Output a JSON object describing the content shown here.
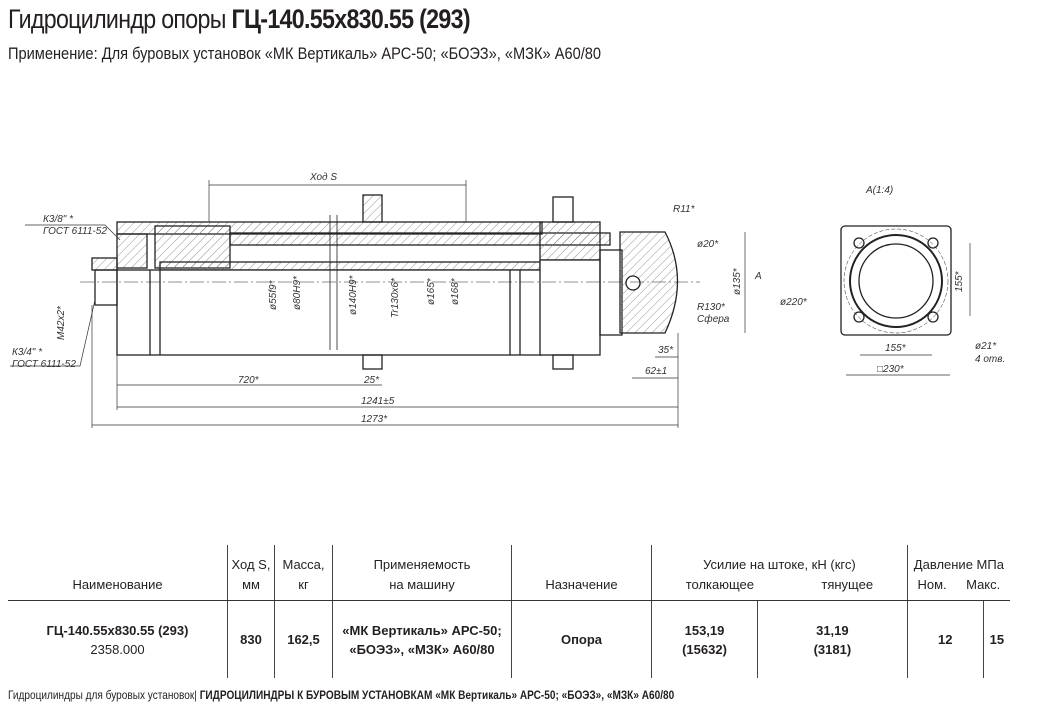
{
  "header": {
    "title_prefix": "Гидроцилиндр опоры",
    "title_model": "ГЦ-140.55х830.55 (293)",
    "subtitle": "Применение: Для буровых установок «МК Вертикаль» АРС-50; «БОЭЗ», «МЗК» А60/80"
  },
  "drawing": {
    "stroke_label": "Ход S",
    "port1": "К3/8\" *",
    "port1_std": "ГОСТ 6111-52",
    "port2": "К3/4\" *",
    "port2_std": "ГОСТ 6111-52",
    "thread": "М42х2*",
    "d1": "ø55f9*",
    "d2": "ø80H9*",
    "d3": "ø140H9*",
    "d4": "Tr130х6*",
    "d5": "ø165*",
    "d6": "ø168*",
    "r11": "R11*",
    "d20": "ø20*",
    "r130": "R130*",
    "sphere": "Сфера",
    "d135": "ø135*",
    "view_mark": "A",
    "dim_720": "720*",
    "dim_25": "25*",
    "dim_1241": "1241±5",
    "dim_1273": "1273*",
    "dim_35": "35*",
    "dim_62": "62±1",
    "view_title": "A(1:4)",
    "d220": "ø220*",
    "dim_155v": "155*",
    "dim_155h": "155*",
    "dim_230": "□230*",
    "d21": "ø21*",
    "holes": "4 отв."
  },
  "table": {
    "headers": {
      "name": "Наименование",
      "stroke": [
        "Ход S,",
        "мм"
      ],
      "mass": [
        "Масса,",
        "кг"
      ],
      "usage": [
        "Применяемость",
        "на машину"
      ],
      "purpose": "Назначение",
      "force": "Усилие на штоке, кН (кгс)",
      "push": "толкающее",
      "pull": "тянущее",
      "pressure": "Давление МПа",
      "nom": "Ном.",
      "max": "Макс."
    },
    "rows": [
      {
        "name": "ГЦ-140.55х830.55 (293)",
        "code": "2358.000",
        "stroke": "830",
        "mass": "162,5",
        "usage": [
          "«МК Вертикаль» АРС-50;",
          "«БОЭЗ», «МЗК» А60/80"
        ],
        "purpose": "Опора",
        "push": [
          "153,19",
          "(15632)"
        ],
        "pull": [
          "31,19",
          "(3181)"
        ],
        "nom": "12",
        "max": "15"
      }
    ]
  },
  "footer": {
    "section": "Гидроцилиндры для буровых установок",
    "chapter": "ГИДРОЦИЛИНДРЫ К БУРОВЫМ УСТАНОВКАМ «МК Вертикаль» АРС-50; «БОЭЗ», «МЗК» А60/80"
  }
}
